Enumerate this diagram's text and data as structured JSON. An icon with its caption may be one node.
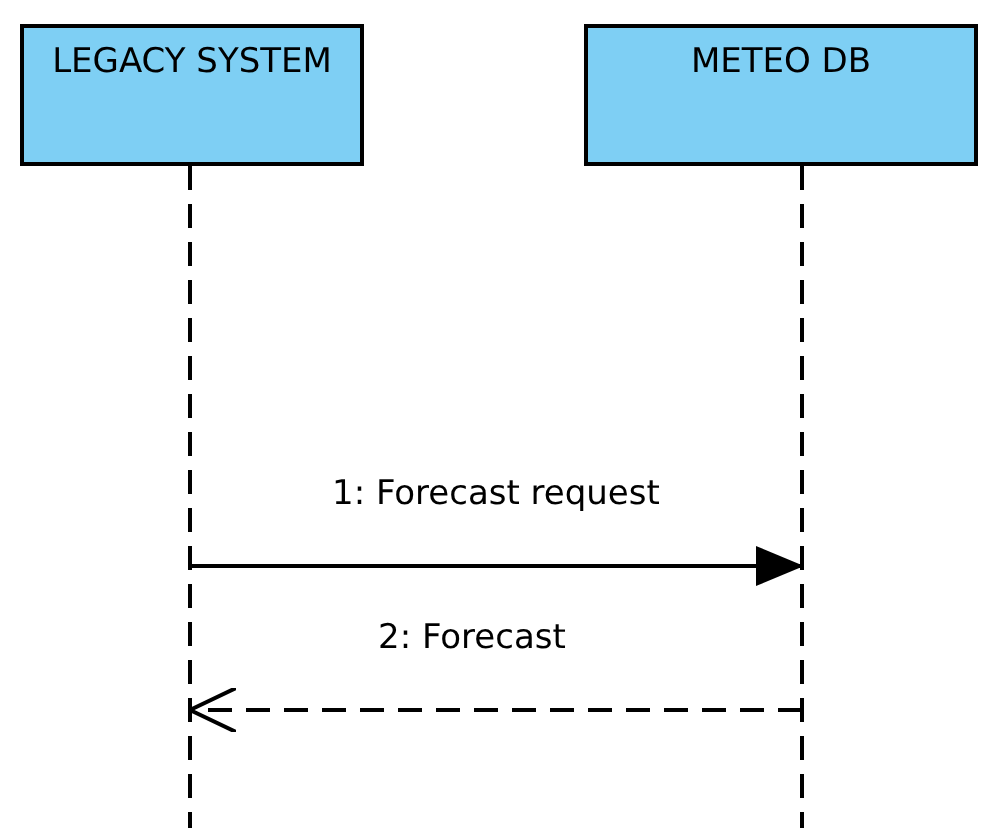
{
  "diagram": {
    "nodes": [
      {
        "text": [
          "LEGACY SYSTEM"
        ]
      },
      {
        "text": [
          "METEO DB"
        ]
      }
    ],
    "edges": [
      {
        "from": 0,
        "to": 1,
        "arrow": "to",
        "label": "1: Forecast request"
      },
      {
        "from": 1,
        "to": 0,
        "arrow": "to",
        "label": "2: Forecast",
        "style": "dashed"
      }
    ]
  }
}
